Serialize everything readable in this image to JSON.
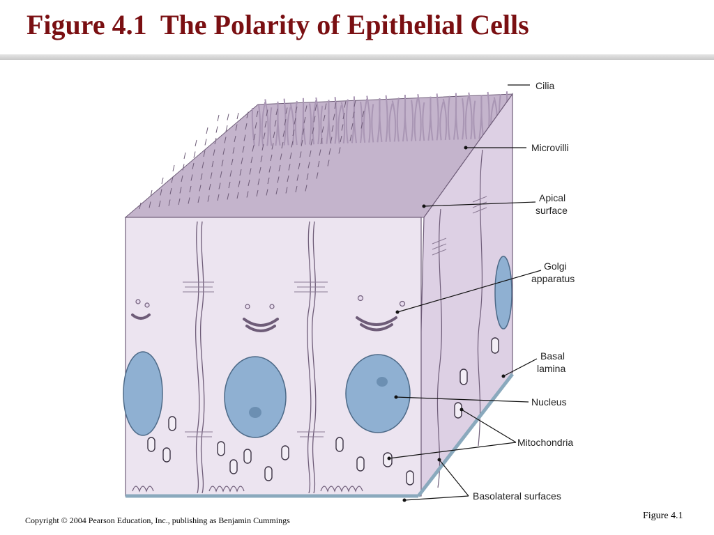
{
  "slide": {
    "title": "Figure 4.1  The Polarity of Epithelial Cells",
    "footer_copyright": "Copyright © 2004 Pearson Education, Inc., publishing as Benjamin Cummings",
    "footer_figure": "Figure 4.1"
  },
  "labels": {
    "cilia": "Cilia",
    "microvilli": "Microvilli",
    "apical_1": "Apical",
    "apical_2": "surface",
    "golgi_1": "Golgi",
    "golgi_2": "apparatus",
    "basal_1": "Basal",
    "basal_2": "lamina",
    "nucleus": "Nucleus",
    "mitochondria": "Mitochondria",
    "basolateral": "Basolateral surfaces"
  },
  "colors": {
    "title": "#7a0f12",
    "cell_fill": "#ece4f0",
    "cell_side": "#ddd0e4",
    "cell_outline": "#6e5c78",
    "nucleus": "#8fb0d2",
    "cilia": "#a996b4"
  }
}
